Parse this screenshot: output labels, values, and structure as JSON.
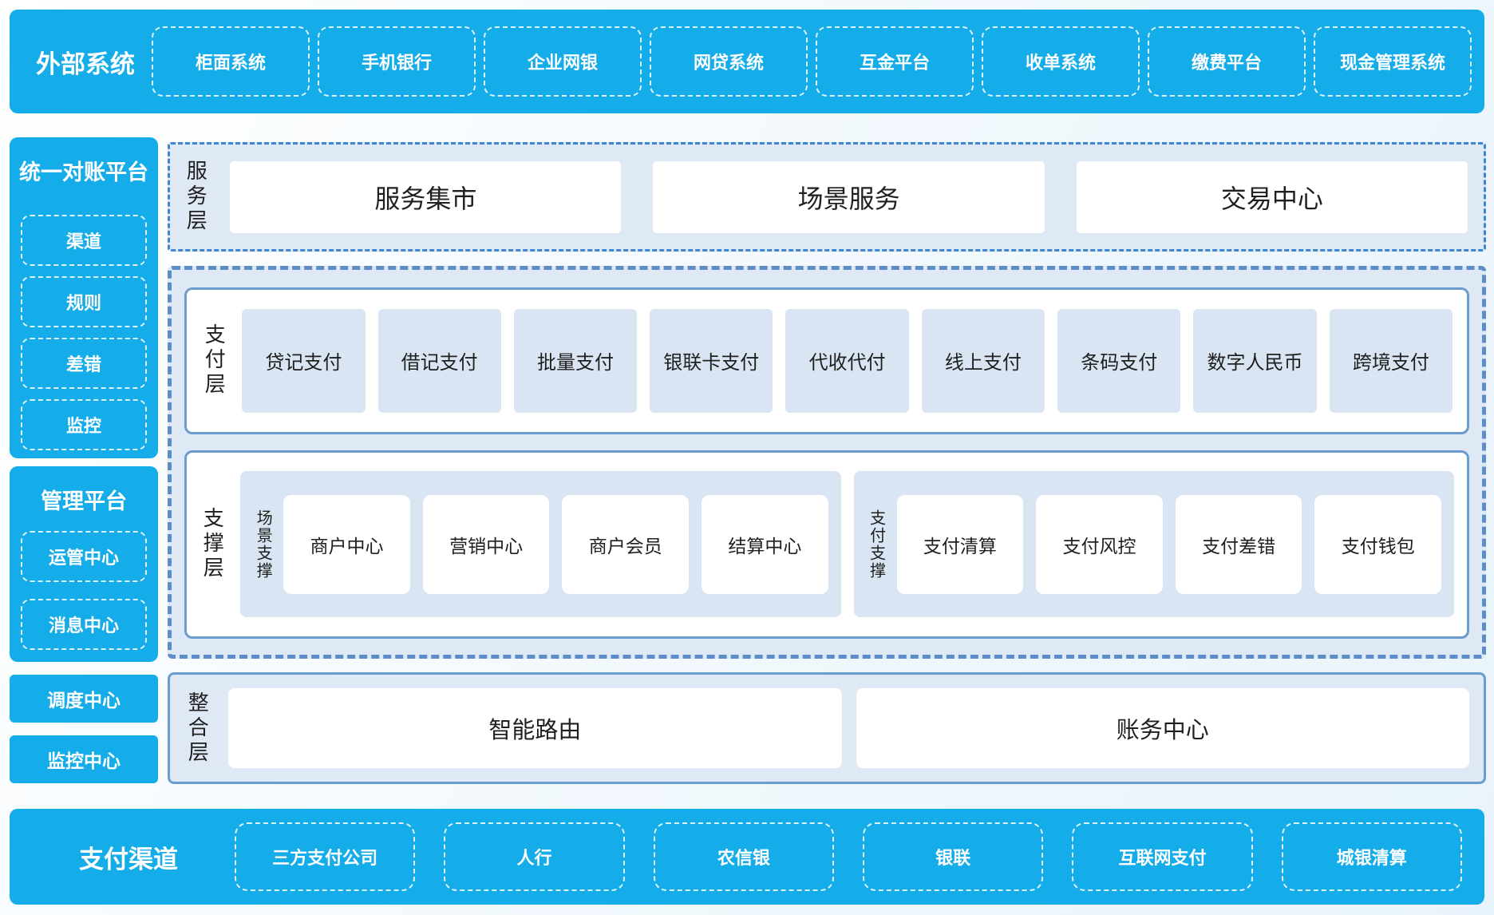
{
  "palette": {
    "brand_blue": "#14ace9",
    "panel_blue": "#dfe9f5",
    "item_blue": "#d9e5f2",
    "solid_border_blue": "#6a9ccf",
    "dashed_border_blue": "#5b8ec9",
    "text_dark": "#1f1f1f"
  },
  "top_bar": {
    "title": "外部系统",
    "items": [
      "柜面系统",
      "手机银行",
      "企业网银",
      "网贷系统",
      "互金平台",
      "收单系统",
      "缴费平台",
      "现金管理系统"
    ]
  },
  "sidebar": {
    "sections": [
      {
        "title": "统一对账平台",
        "items": [
          "渠道",
          "规则",
          "差错",
          "监控"
        ]
      },
      {
        "title": "管理平台",
        "items": [
          "运管中心",
          "消息中心"
        ]
      }
    ],
    "solo_boxes": [
      "调度中心",
      "监控中心"
    ]
  },
  "layers": {
    "service": {
      "label": "服务层",
      "items": [
        "服务集市",
        "场景服务",
        "交易中心"
      ]
    },
    "payment": {
      "label": "支付层",
      "items": [
        "贷记支付",
        "借记支付",
        "批量支付",
        "银联卡支付",
        "代收代付",
        "线上支付",
        "条码支付",
        "数字人民币",
        "跨境支付"
      ]
    },
    "support": {
      "label": "支撑层",
      "groups": [
        {
          "label": "场景支撑",
          "items": [
            "商户中心",
            "营销中心",
            "商户会员",
            "结算中心"
          ]
        },
        {
          "label": "支付支撑",
          "items": [
            "支付清算",
            "支付风控",
            "支付差错",
            "支付钱包"
          ]
        }
      ]
    },
    "integration": {
      "label": "整合层",
      "items": [
        "智能路由",
        "账务中心"
      ]
    }
  },
  "bottom_bar": {
    "title": "支付渠道",
    "items": [
      "三方支付公司",
      "人行",
      "农信银",
      "银联",
      "互联网支付",
      "城银清算"
    ]
  }
}
